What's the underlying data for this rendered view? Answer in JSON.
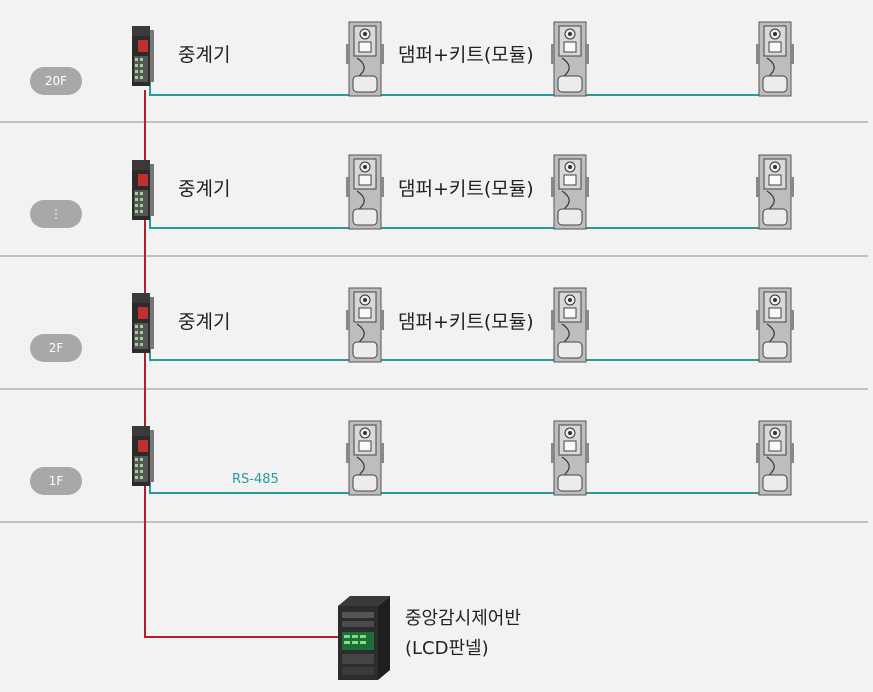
{
  "floors": [
    {
      "badge": "20F",
      "repeater_label": "중계기",
      "module_label": "댐퍼+키트(모듈)"
    },
    {
      "badge": "⋮",
      "repeater_label": "중계기",
      "module_label": "댐퍼+키트(모듈)"
    },
    {
      "badge": "2F",
      "repeater_label": "중계기",
      "module_label": "댐퍼+키트(모듈)"
    },
    {
      "badge": "1F",
      "repeater_label": "",
      "module_label": ""
    }
  ],
  "bus_label": "RS-485",
  "central_panel": {
    "line1": "중앙감시제어반",
    "line2": "(LCD판넬)"
  },
  "colors": {
    "bus": "#2a9a9a",
    "trunk": "#b0202a",
    "divider": "#c0c0c0"
  }
}
